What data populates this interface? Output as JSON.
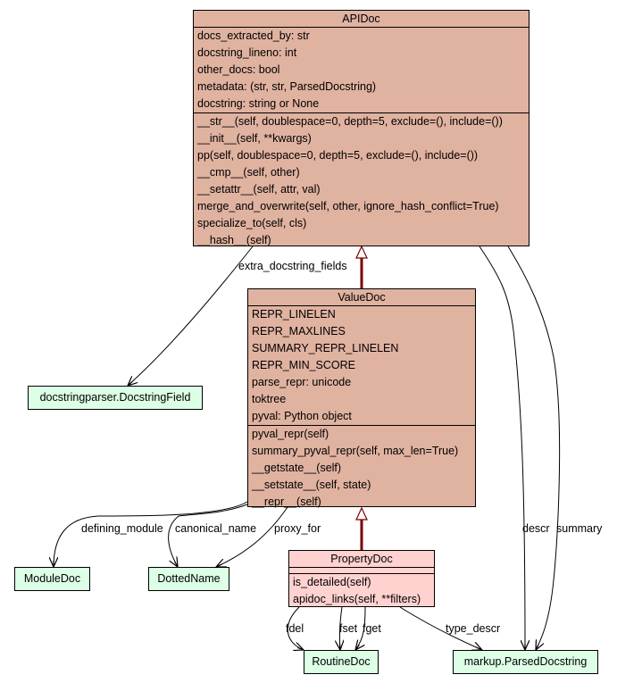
{
  "classes": {
    "apidoc": {
      "name": "APIDoc",
      "attributes": [
        "docs_extracted_by: str",
        "docstring_lineno: int",
        "other_docs: bool",
        "metadata: (str, str, ParsedDocstring)",
        "docstring: string or None"
      ],
      "methods": [
        "__str__(self, doublespace=0, depth=5, exclude=(), include=())",
        "__init__(self, **kwargs)",
        "pp(self, doublespace=0, depth=5, exclude=(), include=())",
        "__cmp__(self, other)",
        "__setattr__(self, attr, val)",
        "merge_and_overwrite(self, other, ignore_hash_conflict=True)",
        "specialize_to(self, cls)",
        "__hash__(self)"
      ]
    },
    "valuedoc": {
      "name": "ValueDoc",
      "attributes": [
        "REPR_LINELEN",
        "REPR_MAXLINES",
        "SUMMARY_REPR_LINELEN",
        "REPR_MIN_SCORE",
        "parse_repr: unicode",
        "toktree",
        "pyval: Python object"
      ],
      "methods": [
        "pyval_repr(self)",
        "summary_pyval_repr(self, max_len=True)",
        "__getstate__(self)",
        "__setstate__(self, state)",
        "__repr__(self)"
      ]
    },
    "propertydoc": {
      "name": "PropertyDoc",
      "attributes": [],
      "methods": [
        "is_detailed(self)",
        "apidoc_links(self, **filters)"
      ]
    },
    "docstringfield": {
      "name": "docstringparser.DocstringField"
    },
    "moduledoc": {
      "name": "ModuleDoc"
    },
    "dottedname": {
      "name": "DottedName"
    },
    "routinedoc": {
      "name": "RoutineDoc"
    },
    "parseddocstring": {
      "name": "markup.ParsedDocstring"
    }
  },
  "edges": {
    "extra_docstring_fields": "extra_docstring_fields",
    "defining_module": "defining_module",
    "canonical_name": "canonical_name",
    "proxy_for": "proxy_for",
    "descr": "descr",
    "summary": "summary",
    "fdel": "fdel",
    "fset": "fset",
    "fget": "fget",
    "type_descr": "type_descr"
  },
  "colors": {
    "main_class": "#e0b2a0",
    "property_class": "#ffd2d0",
    "referenced_class": "#dcffe6",
    "inheritance_edge": "#7a0000"
  }
}
